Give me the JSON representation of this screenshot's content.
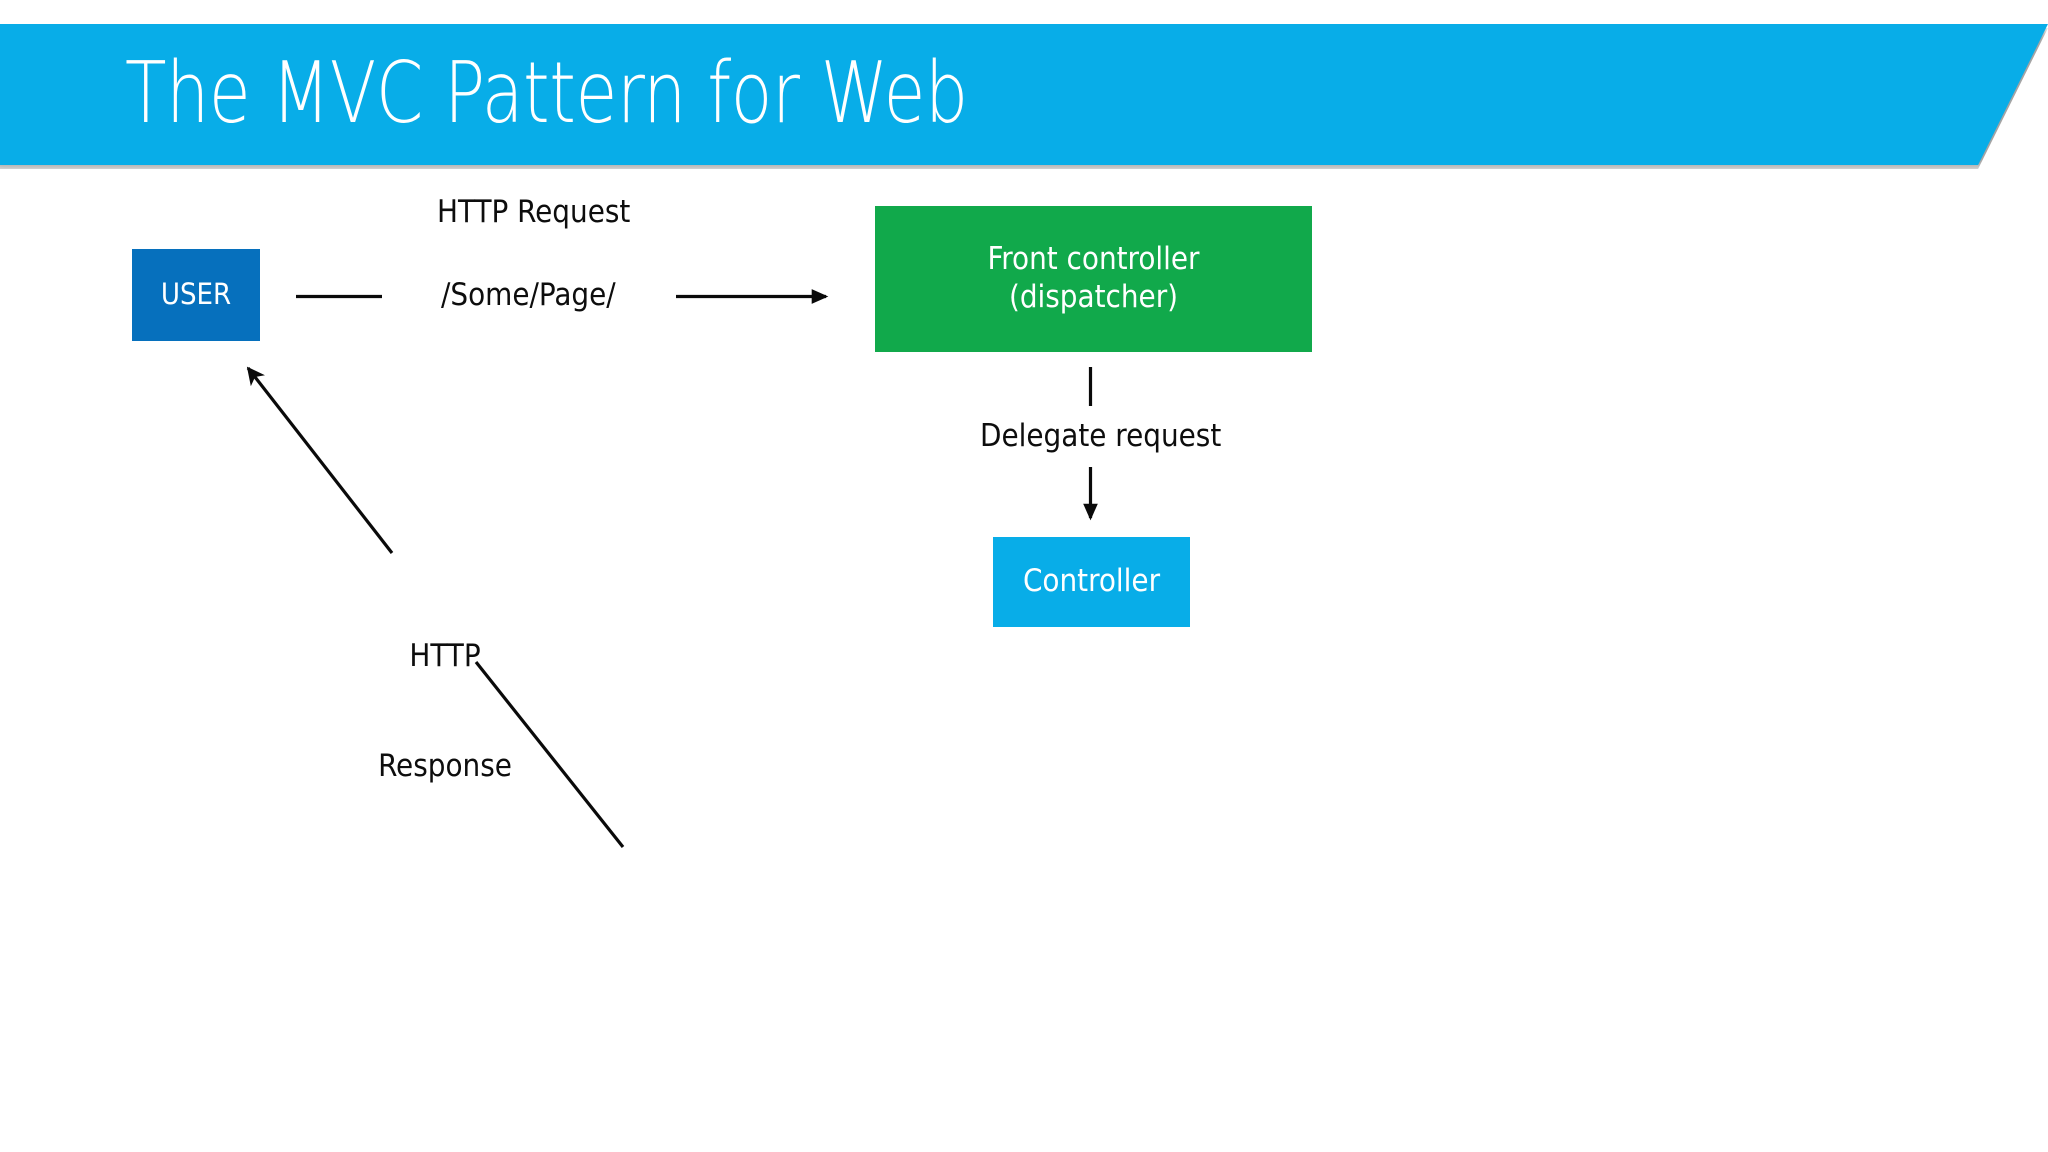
{
  "slide": {
    "title": "The MVC Pattern for Web",
    "background_color": "#FFFFFF",
    "banner_color": "#08ADE8",
    "title_color": "#FFFFFF"
  },
  "diagram": {
    "nodes": [
      {
        "id": "user",
        "label": "USER",
        "color": "#0670BD",
        "text_color": "#FFFFFF"
      },
      {
        "id": "front-controller",
        "label_line1": "Front controller",
        "label_line2": "(dispatcher)",
        "color": "#11A94B",
        "text_color": "#FFFFFF"
      },
      {
        "id": "controller",
        "label": "Controller",
        "color": "#08ADE8",
        "text_color": "#FFFFFF"
      }
    ],
    "labels": {
      "http_request": "HTTP Request",
      "request_path": "/Some/Page/",
      "http_response_line1": "HTTP",
      "http_response_line2": "Response",
      "delegate_request": "Delegate request"
    },
    "connector_color": "#0A0A0A"
  }
}
